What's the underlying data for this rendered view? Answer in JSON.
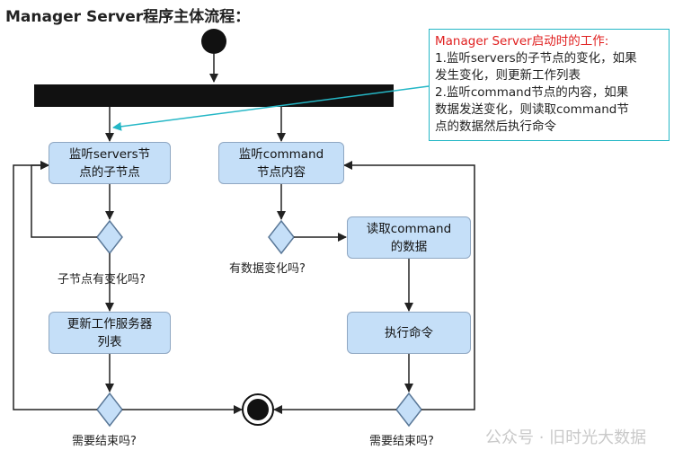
{
  "title": "Manager Server程序主体流程：",
  "note": {
    "title": "Manager Server启动时的工作:",
    "line1": "1.监听servers的子节点的变化，如果",
    "line2": "发生变化，则更新工作列表",
    "line3": "2.监听command节点的内容，如果",
    "line4": "数据发送变化，则读取command节",
    "line5": "点的数据然后执行命令"
  },
  "boxes": {
    "watch_servers": [
      "监听servers节",
      "点的子节点"
    ],
    "watch_command": [
      "监听command",
      "节点内容"
    ],
    "read_command": [
      "读取command",
      "的数据"
    ],
    "update_list": [
      "更新工作服务器",
      "列表"
    ],
    "execute": [
      "执行命令"
    ]
  },
  "labels": {
    "child_changed": "子节点有变化吗?",
    "data_changed": "有数据变化吗?",
    "need_end_left": "需要结束吗?",
    "need_end_right": "需要结束吗?"
  },
  "watermark": "公众号 · 旧时光大数据",
  "colors": {
    "box_fill": "#c5dff8",
    "box_border": "#8fa7c2",
    "note_border": "#25b7c6",
    "note_title": "#e02020",
    "fork_bar": "#111111"
  }
}
